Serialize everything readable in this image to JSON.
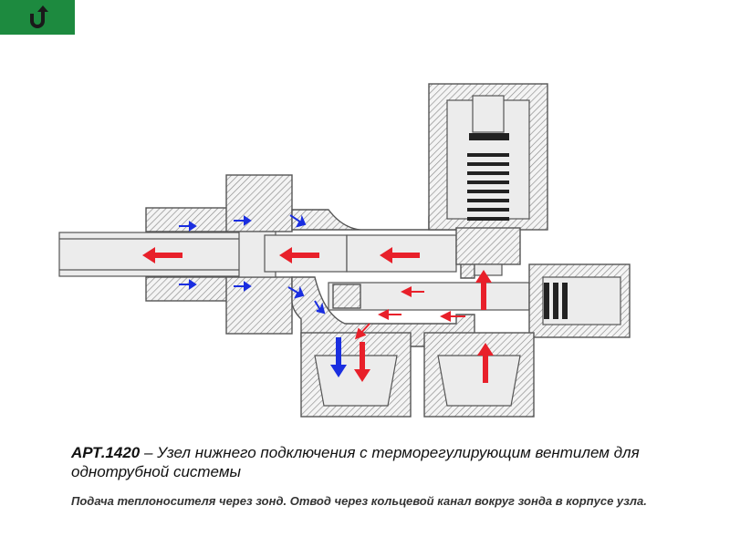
{
  "logo": {
    "icon": "u-turn-arrow-icon",
    "color": "#1d8a3f"
  },
  "caption": {
    "code": "АРТ.1420",
    "title": " – Узел нижнего подключения с терморегулирующим вентилем для однотрубной системы",
    "subtitle": "Подача теплоносителя через зонд. Отвод через кольцевой канал вокруг зонда в корпусе узла."
  },
  "colors": {
    "hot_flow": "#e8202a",
    "cold_flow": "#1a2ee0",
    "body_hatch": "#8a8a8a"
  }
}
